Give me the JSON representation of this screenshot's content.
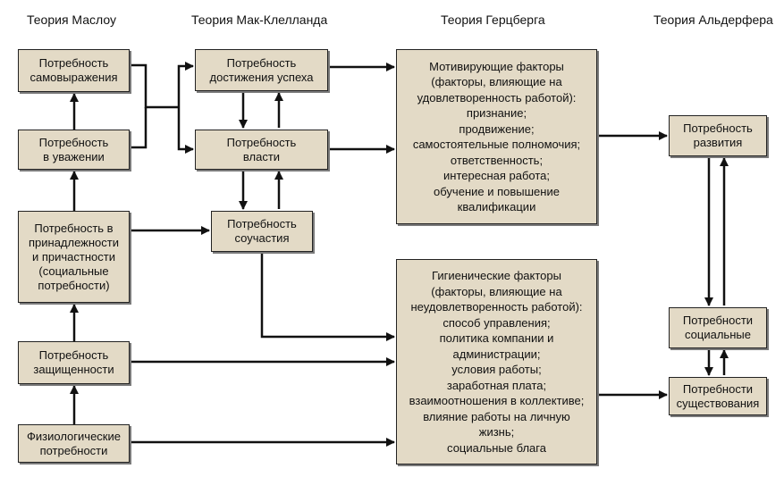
{
  "columns": {
    "maslow": "Теория Маслоу",
    "mcclelland": "Теория Мак-Клелланда",
    "herzberg": "Теория Герцберга",
    "alderfer": "Теория Альдерфера"
  },
  "maslow": {
    "self_actualization": [
      "Потребность",
      "самовыражения"
    ],
    "esteem": [
      "Потребность",
      "в уважении"
    ],
    "belonging": [
      "Потребность в",
      "принадлежности",
      "и причастности",
      "(социальные",
      "потребности)"
    ],
    "safety": [
      "Потребность",
      "защищенности"
    ],
    "physiological": [
      "Физиологические",
      "потребности"
    ]
  },
  "mcclelland": {
    "achievement": [
      "Потребность",
      "достижения успеха"
    ],
    "power": [
      "Потребность",
      "власти"
    ],
    "affiliation": [
      "Потребность",
      "соучастия"
    ]
  },
  "herzberg": {
    "motivators": [
      "Мотивирующие факторы",
      "(факторы, влияющие на",
      "удовлетворенность работой):",
      "признание;",
      "продвижение;",
      "самостоятельные полномочия;",
      "ответственность;",
      "интересная работа;",
      "обучение и повышение",
      "квалификации"
    ],
    "hygiene": [
      "Гигиенические факторы",
      "(факторы, влияющие на",
      "неудовлетворенность работой):",
      "способ управления;",
      "политика компании и",
      "администрации;",
      "условия работы;",
      "заработная плата;",
      "взаимоотношения в коллективе;",
      "влияние работы на личную",
      "жизнь;",
      "социальные блага"
    ]
  },
  "alderfer": {
    "growth": [
      "Потребность",
      "развития"
    ],
    "relatedness": [
      "Потребности",
      "социальные"
    ],
    "existence": [
      "Потребности",
      "существования"
    ]
  }
}
